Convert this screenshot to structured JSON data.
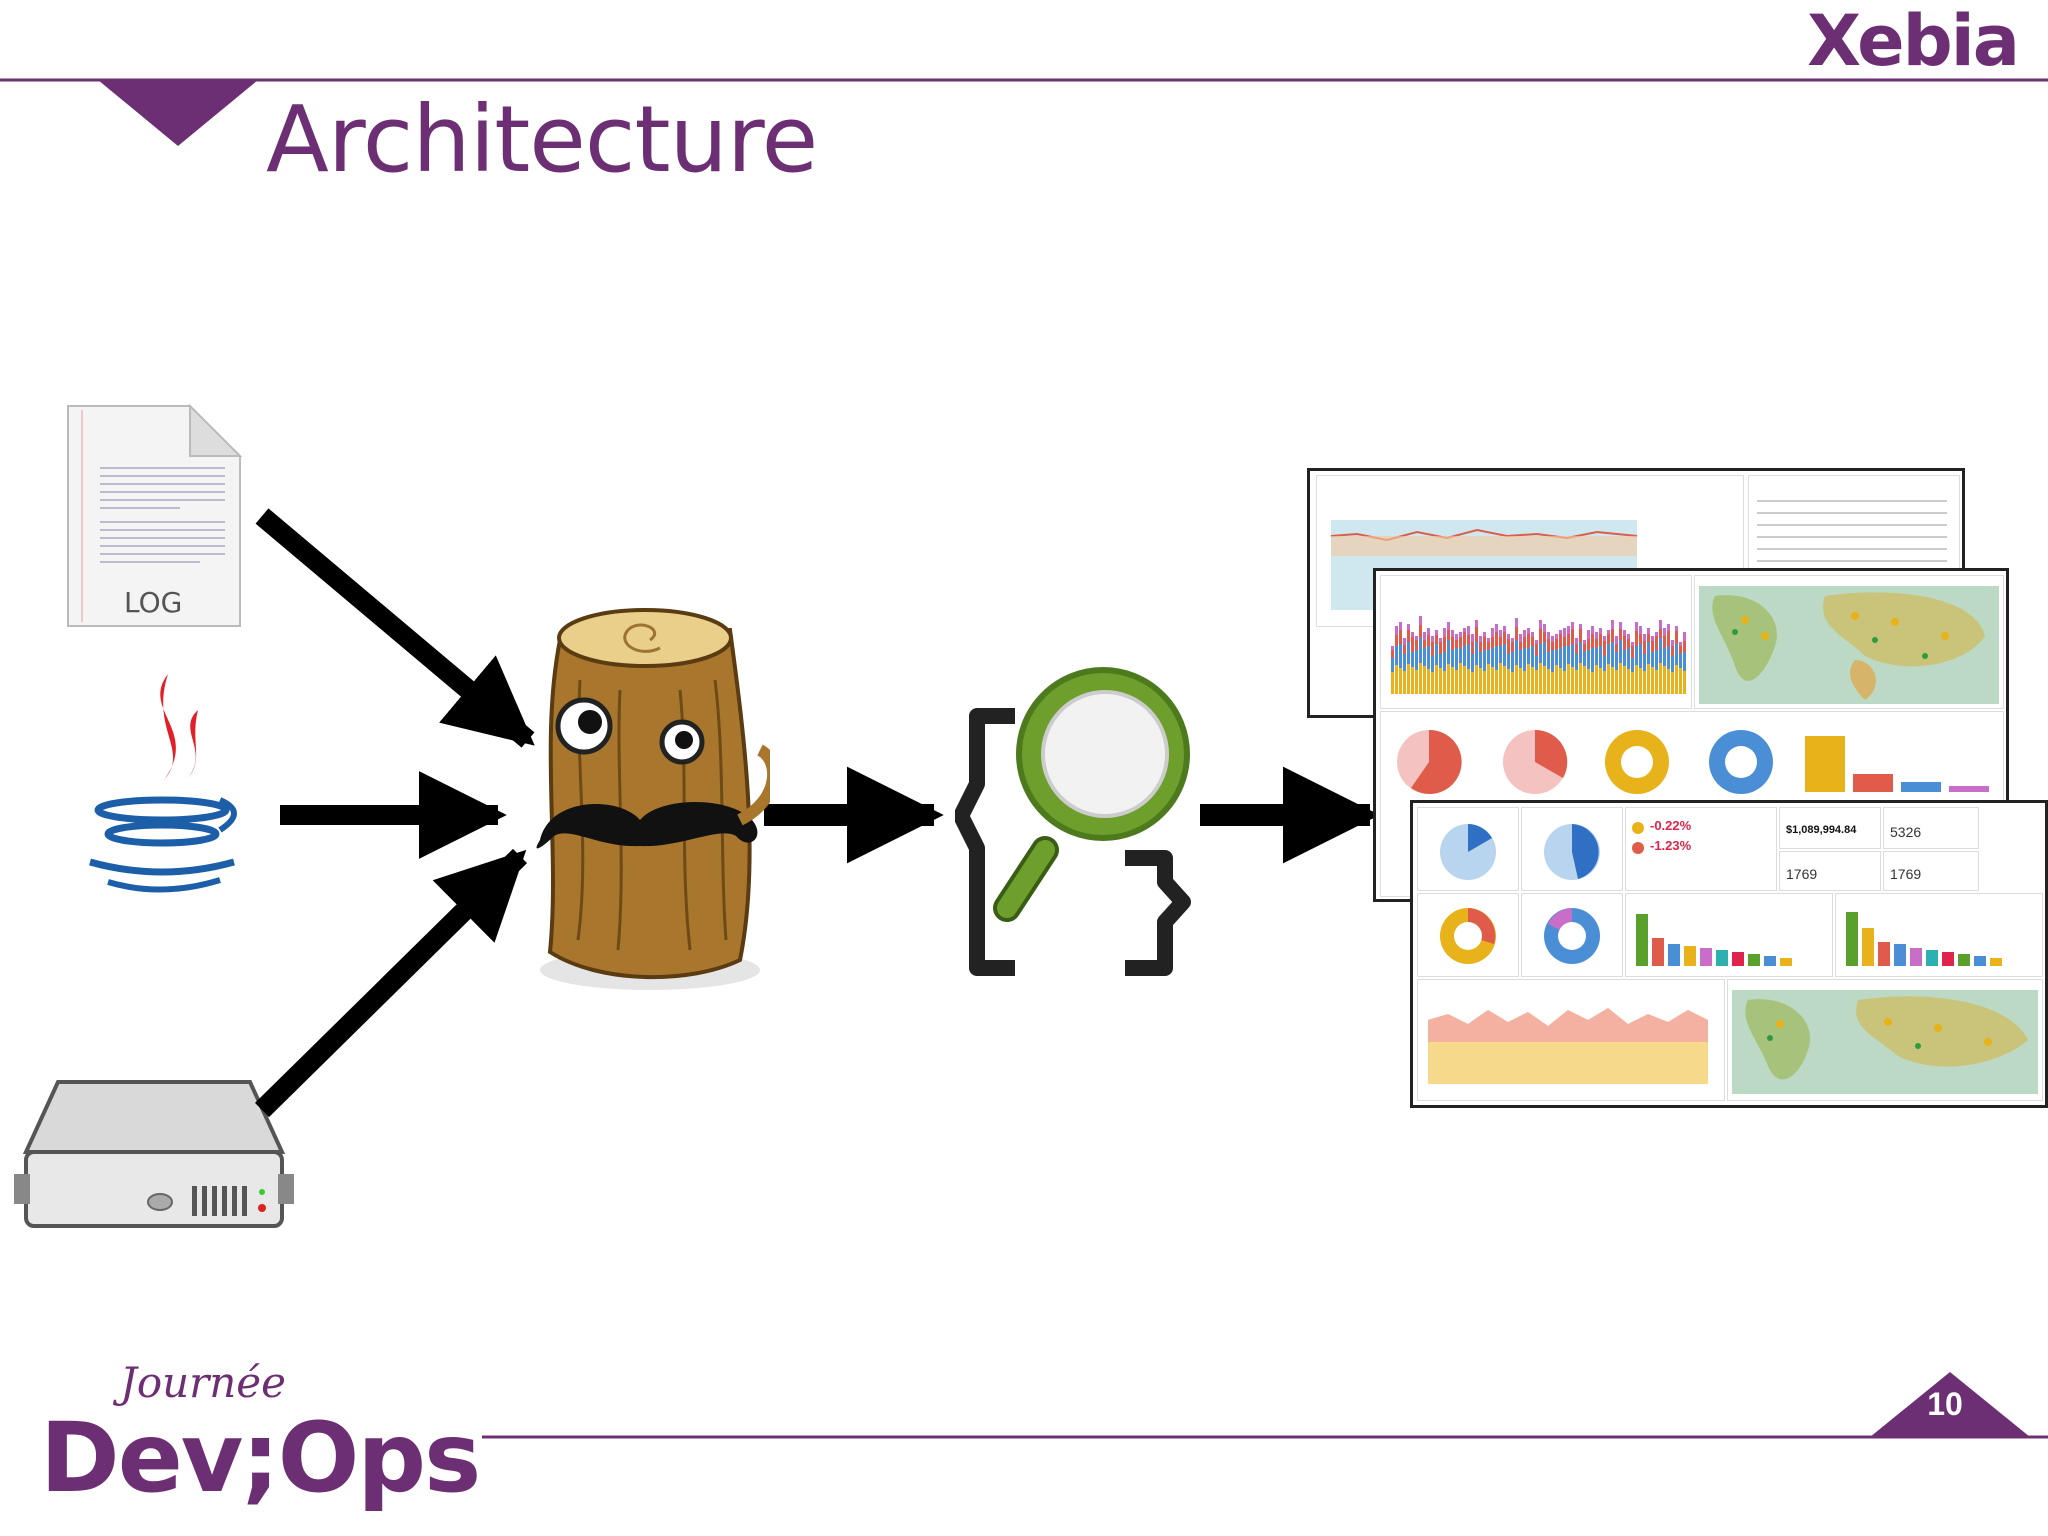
{
  "slide": {
    "title": "Architecture",
    "brand": "Xebia",
    "page_number": "10",
    "event": {
      "line1": "Journée",
      "line2": "Dev;Ops"
    }
  },
  "log_file": {
    "label": "LOG"
  },
  "dashboard": {
    "trends": {
      "search": "-0.22%",
      "sell": "-1.23%"
    },
    "ca_value": "$1,089,994.84",
    "search_total": "5326",
    "sell_total_a": "1769",
    "sell_total_b": "1769"
  },
  "colors": {
    "brand_purple": "#6d2f74",
    "arrow": "#000000",
    "java_red": "#e21f26",
    "java_blue": "#1c5fa8",
    "magnifier_green": "#6e9e2c",
    "log_wood": "#a8762c"
  },
  "icons": [
    "log-file-icon",
    "java-icon",
    "server-icon",
    "logstash-icon",
    "elasticsearch-icon",
    "kibana-dashboard"
  ]
}
